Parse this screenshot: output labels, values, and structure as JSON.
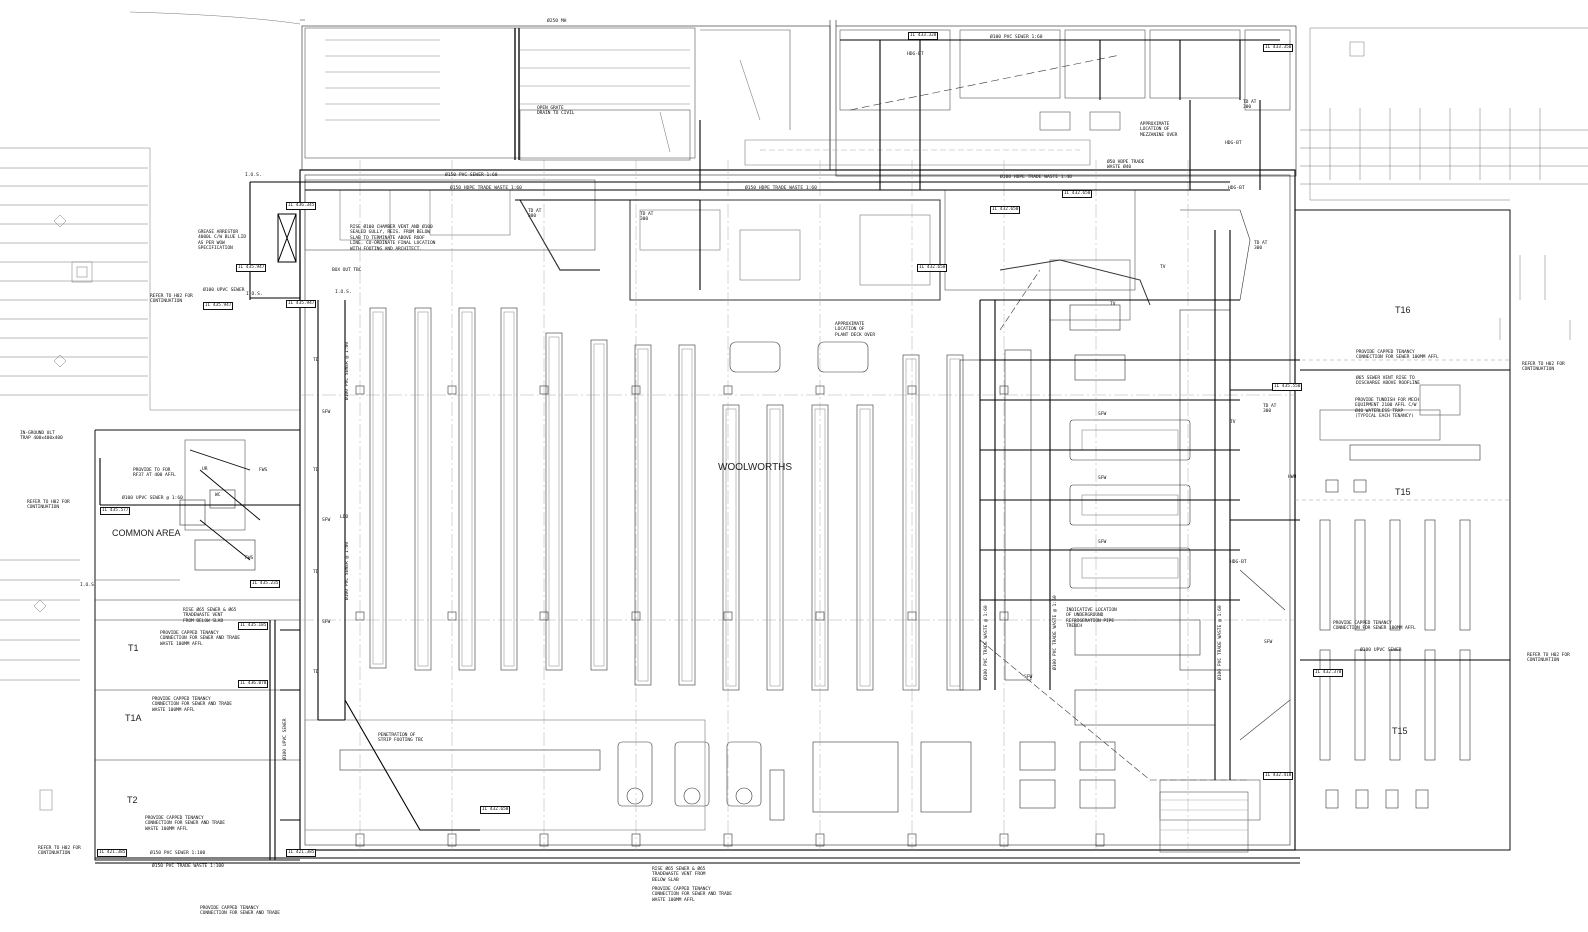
{
  "rooms": {
    "woolworths": "WOOLWORTHS",
    "common_area": "COMMON AREA",
    "t1": "T1",
    "t1a": "T1A",
    "t2": "T2",
    "t15_upper": "T15",
    "t15_lower": "T15",
    "t16": "T16"
  },
  "notes": {
    "open_grate": "OPEN GRATE\nDRAIN TO CIVIL",
    "grease_arrestor": "GREASE ARRESTOR\n4000L C/W BLUE LID\nAS PER WOW\nSPECIFICATION",
    "refer_h02_top": "REFER TO H02 FOR\nCONTINUATION",
    "rise_100_chamber": "RISE Ø100 CHAMBER VENT AND Ø100\nSEALED GULLY, REIS. FROM BELOW\nSLAB TO TERMINATE ABOVE ROOF\nLINE. CO-ORDINATE FINAL LOCATION\nWITH FOOTING AND ARCHITECT.",
    "box_out": "BOX OUT TBC",
    "inground_ult": "IN-GROUND ULT\nTRAP 400x400x400",
    "refer_h02_left": "REFER TO H02 FOR\nCONTINUATION",
    "provide_tor": "PROVIDE TO FOR\nRF37 AT 400 AFFL",
    "approx_plant_deck": "APPROXIMATE\nLOCATION OF\nPLANT DECK OVER",
    "approx_mezzanine": "APPROXIMATE\nLOCATION OF\nMEZZANINE OVER",
    "rise_sewer_t1": "RISE Ø65 SEWER & Ø65\nTRADEWASTE VENT\nFROM BELOW SLAB",
    "capped_t1": "PROVIDE CAPPED TENANCY\nCONNECTION FOR SEWER AND TRADE\nWASTE 100MM AFFL",
    "capped_t1a": "PROVIDE CAPPED TENANCY\nCONNECTION FOR SEWER AND TRADE\nWASTE 100MM AFFL",
    "capped_t2": "PROVIDE CAPPED TENANCY\nCONNECTION FOR SEWER AND TRADE\nWASTE 100MM AFFL",
    "refer_h02_bottom": "REFER TO H02 FOR\nCONTINUATION",
    "penetration": "PENETRATION OF\nSTRIP FOOTING TBC",
    "indicative_refrig": "INDICATIVE LOCATION\nOF UNDERGROUND\nREFRIGERATION PIPE\nTRENCH",
    "capped_t16": "PROVIDE CAPPED TENANCY\nCONNECTION FOR SEWER 100MM AFFL",
    "vent_t16": "Ø65 SEWER VENT RISE TO\nDISCHARGE ABOVE ROOFLINE",
    "tundish": "PROVIDE TUNDISH FOR MECH\nEQUIPMENT 2100 AFFL C/W\nØ40 WATERLESS TRAP\n(TYPICAL EACH TENANCY)",
    "capped_t15": "PROVIDE CAPPED TENANCY\nCONNECTION FOR SEWER 100MM AFFL",
    "refer_h02_right1": "REFER TO H02 FOR\nCONTINUATION",
    "refer_h02_right2": "REFER TO H02 FOR\nCONTINUATION",
    "rise_sewer_bottom": "RISE Ø65 SEWER & Ø65\nTRADEWASTE VENT FROM\nBELOW SLAB",
    "capped_bottom": "PROVIDE CAPPED TENANCY\nCONNECTION FOR SEWER AND TRADE\nWASTE 100MM AFFL",
    "capped_bottom_left": "PROVIDE CAPPED TENANCY\nCONNECTION FOR SEWER AND TRADE",
    "tw_waste_note": "Ø50 HDPE TRADE\nWASTE Ø40"
  },
  "pipes": {
    "top_sewer": "Ø150 PVC SEWER 1:60",
    "top_trade": "Ø150 HDPE TRADE WASTE 1:60",
    "mid_trade": "Ø150 HDPE TRADE WASTE 1:60",
    "bottom_sewer": "Ø150 PVC SEWER 1:100",
    "bottom_trade": "Ø150 PVC TRADE WASTE 1:100",
    "left_sewer": "Ø100 UPVC SEWER",
    "common_sewer": "Ø100 UPVC SEWER @ 1:60",
    "vert_sewer_a": "Ø100 PVC SEWER @ 1:60",
    "vert_sewer_b": "Ø100 PVC SEWER @ 1:60",
    "vert_sewer_c": "Ø100 UPVC SEWER",
    "vert_trade_a": "Ø100 PVC TRADE WASTE @ 1:60",
    "vert_trade_b": "Ø100 PVC TRADE WASTE @ 1:60",
    "vert_trade_c": "Ø100 PVC TRADE WASTE @ 1:60",
    "right_sewer": "Ø100 UPVC SEWER",
    "top_sewer_right": "Ø100 PVC SEWER 1:60",
    "top_trade_right": "Ø100 HDPE TRADE WASTE 1:40"
  },
  "levels": [
    {
      "label": "IL 436.345"
    },
    {
      "label": "IL 435.947"
    },
    {
      "label": "IL 435.947"
    },
    {
      "label": "IL 435.947"
    },
    {
      "label": "IL 435.577"
    },
    {
      "label": "IL 435.235"
    },
    {
      "label": "IL 435.185"
    },
    {
      "label": "IL 436.078"
    },
    {
      "label": "IL 432.650"
    },
    {
      "label": "IL 432.650"
    },
    {
      "label": "IL 432.650"
    },
    {
      "label": "IL 433.328"
    },
    {
      "label": "IL 435.550"
    },
    {
      "label": "IL 432.378"
    },
    {
      "label": "IL 432.418"
    },
    {
      "label": "IL 433.350"
    },
    {
      "label": "IL 421.385"
    },
    {
      "label": "IL 421.385"
    },
    {
      "label": "IL 432.650"
    }
  ],
  "symbols": {
    "ios": "I.O.S.",
    "ur": "UR",
    "wc": "WC",
    "fws": "FWS",
    "td": "TD",
    "tv": "TV",
    "sfw": "SFW",
    "ldo": "LDO",
    "td_at_300": "TD AT\n300",
    "hdg_bt": "HDG-BT",
    "hwu": "HWU"
  },
  "stamp": "Ø250 MH"
}
